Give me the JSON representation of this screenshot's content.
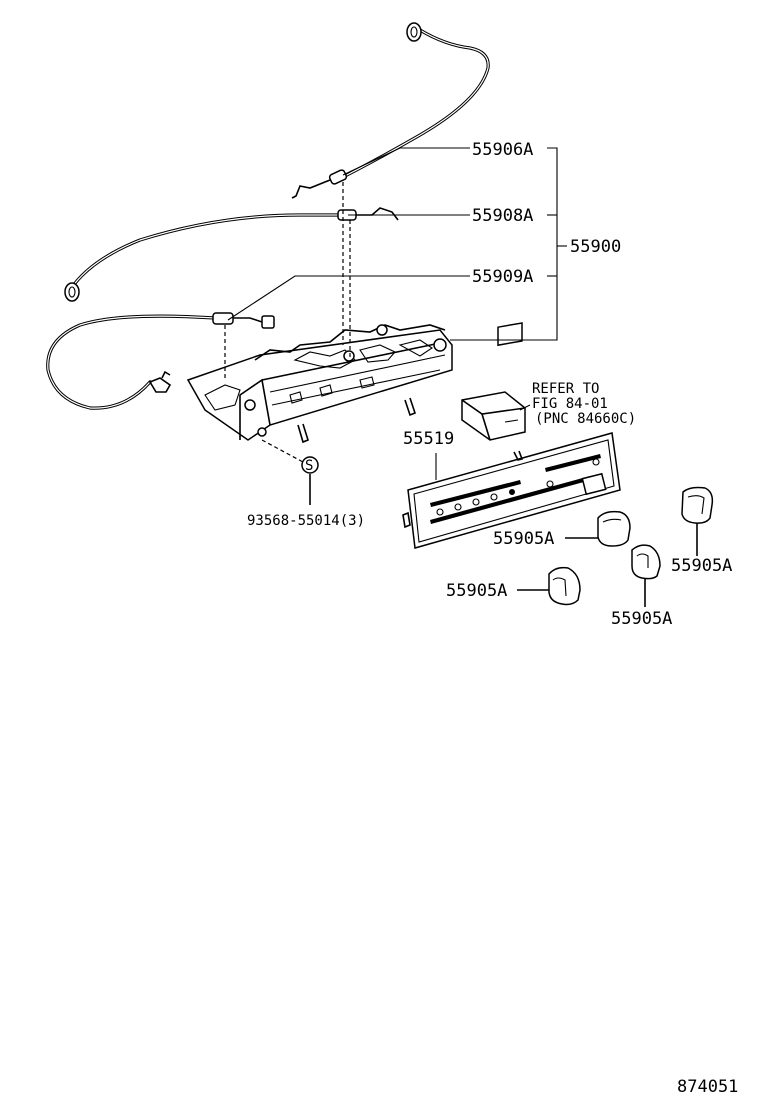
{
  "diagram": {
    "labels": {
      "p55906a": "55906A",
      "p55908a": "55908A",
      "p55909a": "55909A",
      "p55900": "55900",
      "p55519": "55519",
      "screw": "93568-55014(3)",
      "screw_symbol": "S",
      "refer_line1": "REFER TO",
      "refer_line2": "FIG 84-01",
      "refer_line3": "(PNC 84660C)",
      "knob_a": "55905A",
      "knob_b": "55905A",
      "knob_c": "55905A",
      "knob_d": "55905A",
      "figure_number": "874051"
    }
  }
}
